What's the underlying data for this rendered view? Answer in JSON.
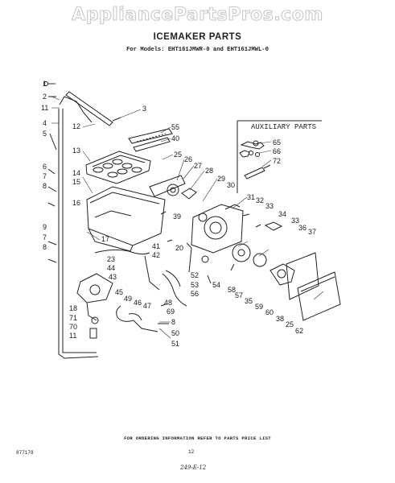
{
  "watermark": "AppliancePartsPros.com",
  "header": {
    "title": "ICEMAKER PARTS",
    "subtitle": "For Models: EHT161JMWR-0 and EHT161JMWL-0"
  },
  "auxiliary_box": {
    "title": "AUXILIARY PARTS"
  },
  "footer": {
    "note": "FOR ORDERING INFORMATION REFER TO PARTS PRICE LIST",
    "page_number": "12",
    "doc_number": "877178",
    "handwritten": "249-E-12"
  },
  "callouts": [
    "1",
    "2",
    "11",
    "4",
    "5",
    "6",
    "7",
    "8",
    "9",
    "7",
    "8",
    "12",
    "13",
    "14",
    "15",
    "16",
    "17",
    "3",
    "55",
    "40",
    "25",
    "26",
    "27",
    "28",
    "29",
    "30",
    "31",
    "32",
    "33",
    "34",
    "33",
    "36",
    "37",
    "39",
    "20",
    "41",
    "42",
    "23",
    "44",
    "43",
    "45",
    "49",
    "46",
    "47",
    "18",
    "71",
    "70",
    "11",
    "52",
    "53",
    "56",
    "54",
    "58",
    "57",
    "35",
    "59",
    "60",
    "38",
    "25",
    "62",
    "48",
    "69",
    "8",
    "50",
    "51",
    "65",
    "66",
    "72"
  ]
}
